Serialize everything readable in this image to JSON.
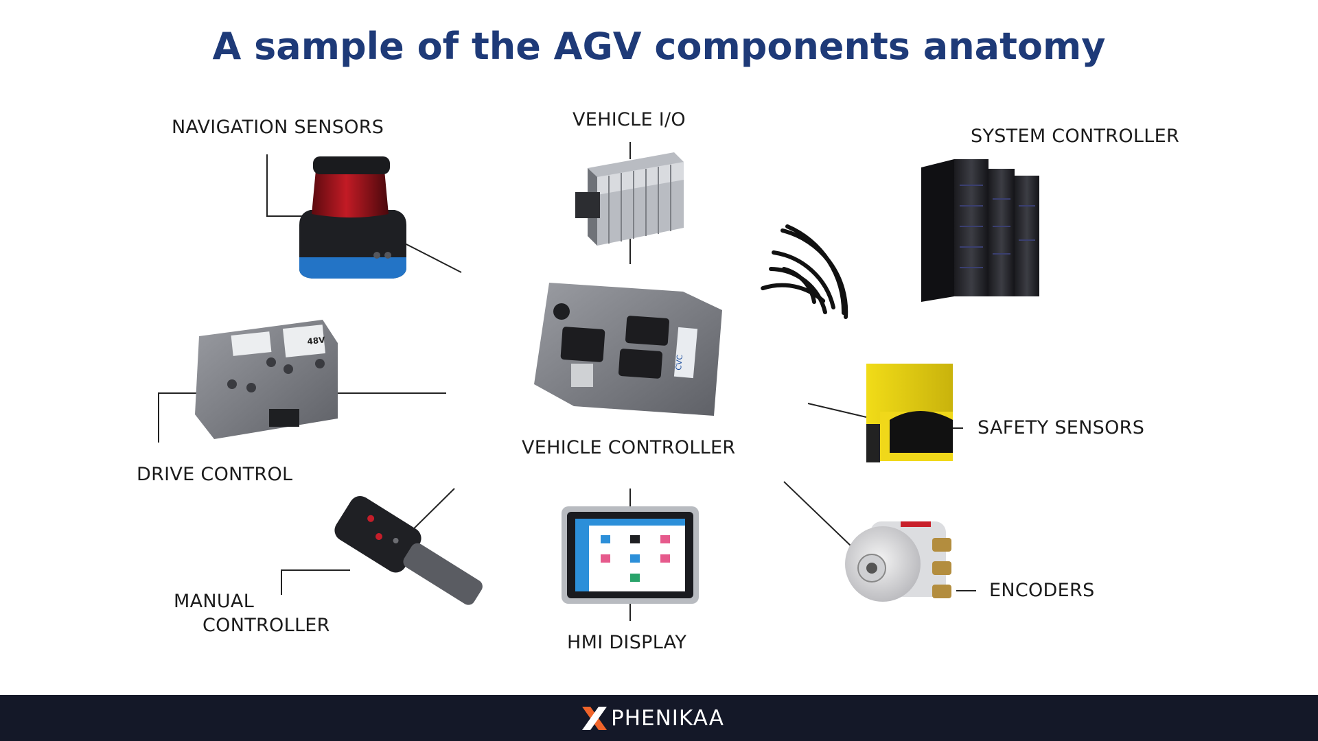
{
  "title": "A sample of the AGV components anatomy",
  "labels": {
    "navigation_sensors": "NAVIGATION SENSORS",
    "vehicle_io": "VEHICLE I/O",
    "system_controller": "SYSTEM CONTROLLER",
    "drive_control": "DRIVE CONTROL",
    "vehicle_controller": "VEHICLE CONTROLLER",
    "safety_sensors": "SAFETY SENSORS",
    "manual_controller_line1": "MANUAL",
    "manual_controller_line2": "CONTROLLER",
    "hmi_display": "HMI DISPLAY",
    "encoders": "ENCODERS"
  },
  "component_text": {
    "battery_voltage": "48V",
    "vehicle_controller_brand": "CVC"
  },
  "footer": {
    "logo_mark": "X",
    "logo_text": "PHENIKAA"
  },
  "colors": {
    "title": "#1e3a78",
    "footer_bg": "#141828",
    "logo_accent": "#f0642a"
  }
}
